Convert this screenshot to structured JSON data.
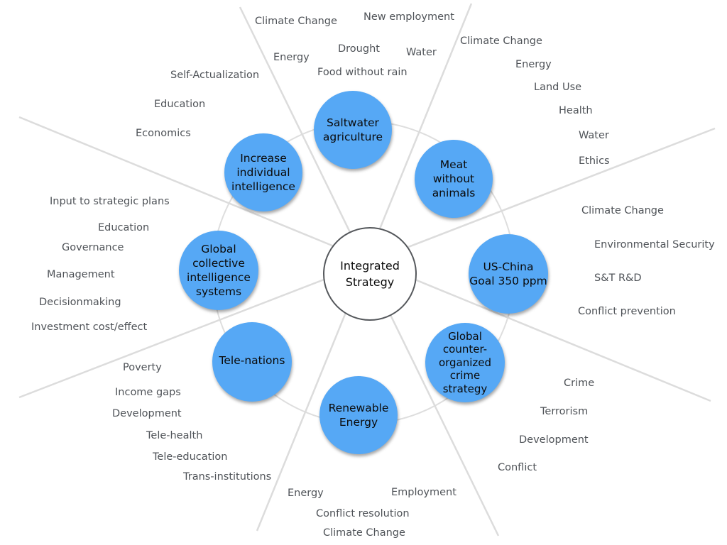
{
  "colors": {
    "bubble_fill": "#56a8f5",
    "center_stroke": "#55585c",
    "label_text": "#4f5358",
    "spoke": "#dcdcdc"
  },
  "center": {
    "label": "Integrated\nStrategy"
  },
  "bubbles": [
    {
      "label": "Saltwater\nagriculture"
    },
    {
      "label": "Meat\nwithout\nanimals"
    },
    {
      "label": "US-China\nGoal 350 ppm"
    },
    {
      "label": "Global\ncounter-\norganized\ncrime\nstrategy"
    },
    {
      "label": "Renewable\nEnergy"
    },
    {
      "label": "Tele-nations"
    },
    {
      "label": "Global\ncollective\nintelligence\nsystems"
    },
    {
      "label": "Increase\nindividual\nintelligence"
    }
  ],
  "sectors": {
    "saltwater": [
      "Climate Change",
      "New employment",
      "Energy",
      "Drought",
      "Water",
      "Food without rain"
    ],
    "meat": [
      "Climate Change",
      "Energy",
      "Land Use",
      "Health",
      "Water",
      "Ethics"
    ],
    "uschina": [
      "Climate Change",
      "Environmental Security",
      "S&T R&D",
      "Conflict prevention"
    ],
    "crime": [
      "Crime",
      "Terrorism",
      "Development",
      "Conflict"
    ],
    "renewable": [
      "Energy",
      "Employment",
      "Conflict resolution",
      "Climate Change"
    ],
    "telenations": [
      "Poverty",
      "Income gaps",
      "Development",
      "Tele-health",
      "Tele-education",
      "Trans-institutions"
    ],
    "collective": [
      "Input to strategic plans",
      "Education",
      "Governance",
      "Management",
      "Decisionmaking",
      "Investment cost/effect"
    ],
    "individual": [
      "Self-Actualization",
      "Education",
      "Economics"
    ]
  }
}
